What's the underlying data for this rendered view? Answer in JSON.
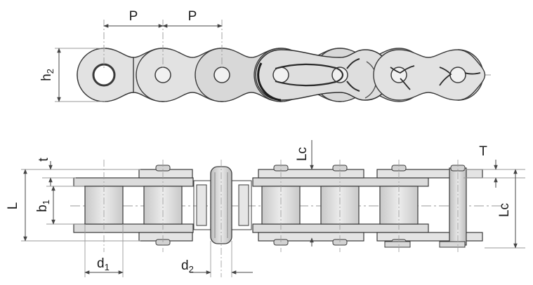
{
  "labels": {
    "pitch_1": "P",
    "pitch_2": "P",
    "plate_height": {
      "main": "h",
      "sub": "2"
    },
    "overall_width": "L",
    "plate_thickness_left": "t",
    "inner_width": {
      "main": "b",
      "sub": "1"
    },
    "roller_diameter": {
      "main": "d",
      "sub": "1"
    },
    "pin_diameter": {
      "main": "d",
      "sub": "2"
    },
    "connecting_link_width_top": "Lc",
    "plate_thickness_right": "T",
    "connecting_link_width_right": "Lc"
  },
  "colors": {
    "plate_fill": "#e2e2e2",
    "plate_shade": "#c9c9c9",
    "roller_fill": "#d9d9d9",
    "outline": "#3a3a3a",
    "dimension_line": "#444444",
    "center_line": "#9a9a9a",
    "background": "#ffffff"
  }
}
